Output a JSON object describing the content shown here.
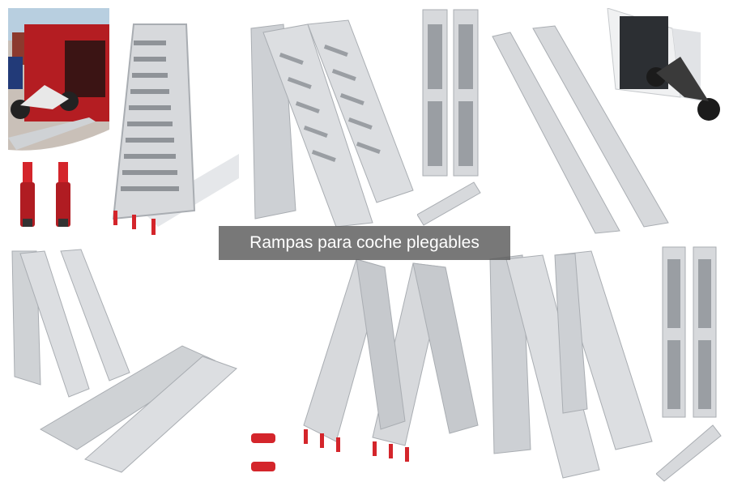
{
  "caption": {
    "text": "Rampas para coche plegables"
  },
  "colors": {
    "aluminum": "#d7d9dc",
    "aluminum_dark": "#a9adb2",
    "hole": "#8f9398",
    "strap_red": "#d4252b",
    "caption_bg": "#5a5a5a",
    "caption_text": "#ffffff"
  },
  "images": [
    {
      "name": "motorcycle-loading-photo"
    },
    {
      "name": "folding-ramp-front-view"
    },
    {
      "name": "two-folding-ramps-open"
    },
    {
      "name": "two-ramps-folded-closed"
    },
    {
      "name": "long-ramps-to-van"
    },
    {
      "name": "ramps-open-and-flat"
    },
    {
      "name": "arched-folding-ramps"
    },
    {
      "name": "folding-ramps-standing"
    },
    {
      "name": "ramps-folded-top-right"
    }
  ]
}
